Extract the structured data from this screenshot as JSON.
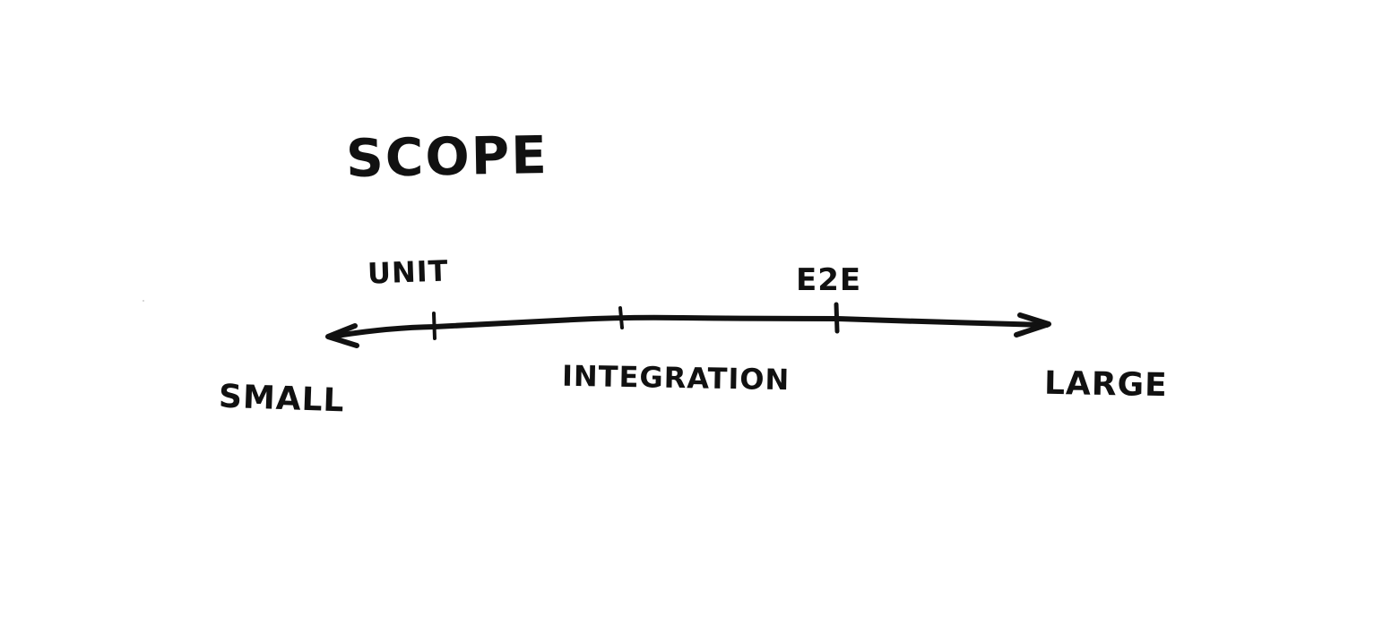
{
  "title": "SCOPE",
  "axis": {
    "ticks": [
      {
        "label": "UNIT"
      },
      {
        "label": "INTEGRATION"
      },
      {
        "label": "E2E"
      }
    ],
    "start_label": "SMALL",
    "end_label": "LARGE"
  },
  "colors": {
    "ink": "#111111",
    "background": "#ffffff"
  }
}
